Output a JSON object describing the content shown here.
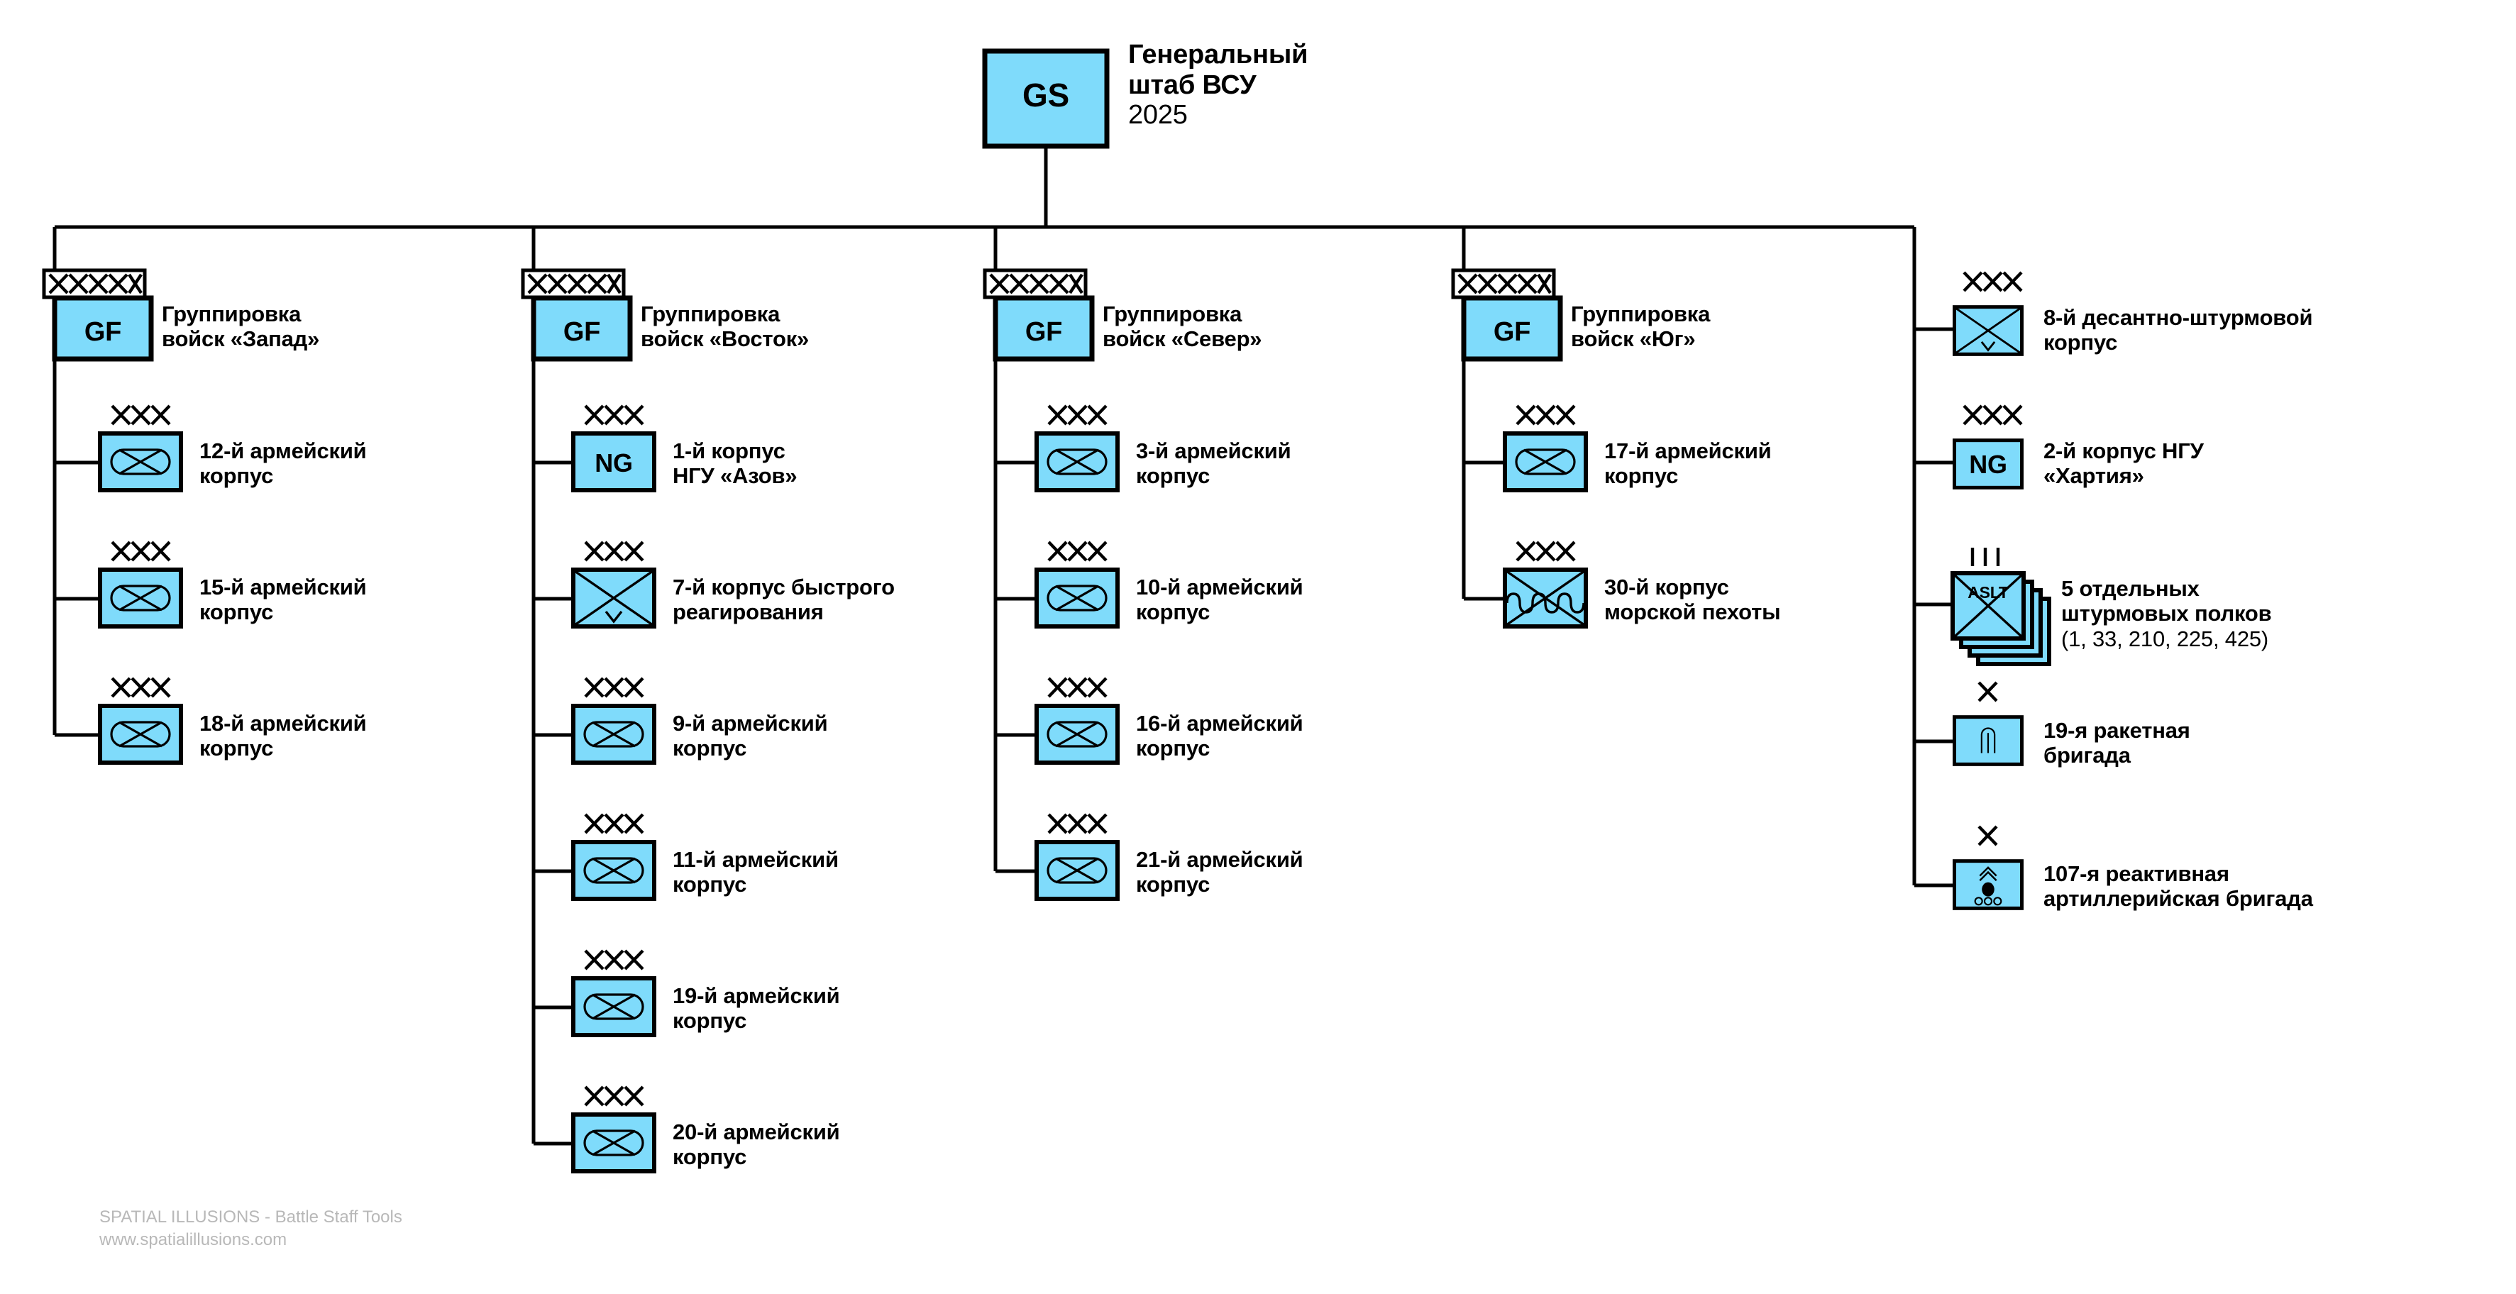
{
  "diagram": {
    "title_block": {
      "symbol_text": "GS",
      "label": "Генеральный\nштаб ВСУ",
      "year": "2025"
    },
    "colors": {
      "symbol_fill": "#7FDBFB",
      "symbol_stroke": "#000000",
      "line": "#000000",
      "footer_text": "#b8b8b8"
    },
    "echelons": {
      "army_group": "XXXXX",
      "corps": "XXX",
      "brigade": "X",
      "regiment": "III"
    },
    "groups": [
      {
        "id": "zapad",
        "symbol_text": "GF",
        "echelon": "XXXXX",
        "label": "Группировка\nвойск «Запад»",
        "children": [
          {
            "symbol_text": "",
            "symbol_kind": "armor-corps",
            "echelon": "XXX",
            "label": "12-й армейский\nкорпус"
          },
          {
            "symbol_text": "",
            "symbol_kind": "armor-corps",
            "echelon": "XXX",
            "label": "15-й армейский\nкорпус"
          },
          {
            "symbol_text": "",
            "symbol_kind": "armor-corps",
            "echelon": "XXX",
            "label": "18-й армейский\nкорпус"
          }
        ]
      },
      {
        "id": "vostok",
        "symbol_text": "GF",
        "echelon": "XXXXX",
        "label": "Группировка\nвойск «Восток»",
        "children": [
          {
            "symbol_text": "NG",
            "symbol_kind": "national-guard",
            "echelon": "XXX",
            "label": "1-й корпус\nНГУ «Азов»"
          },
          {
            "symbol_text": "",
            "symbol_kind": "air-assault",
            "echelon": "XXX",
            "label": "7-й корпус быстрого\nреагирования"
          },
          {
            "symbol_text": "",
            "symbol_kind": "armor-corps",
            "echelon": "XXX",
            "label": "9-й армейский\nкорпус"
          },
          {
            "symbol_text": "",
            "symbol_kind": "armor-corps",
            "echelon": "XXX",
            "label": "11-й армейский\nкорпус"
          },
          {
            "symbol_text": "",
            "symbol_kind": "armor-corps",
            "echelon": "XXX",
            "label": "19-й армейский\nкорпус"
          },
          {
            "symbol_text": "",
            "symbol_kind": "armor-corps",
            "echelon": "XXX",
            "label": "20-й армейский\nкорпус"
          }
        ]
      },
      {
        "id": "sever",
        "symbol_text": "GF",
        "echelon": "XXXXX",
        "label": "Группировка\nвойск «Север»",
        "children": [
          {
            "symbol_text": "",
            "symbol_kind": "armor-corps",
            "echelon": "XXX",
            "label": "3-й армейский\nкорпус"
          },
          {
            "symbol_text": "",
            "symbol_kind": "armor-corps",
            "echelon": "XXX",
            "label": "10-й армейский\nкорпус"
          },
          {
            "symbol_text": "",
            "symbol_kind": "armor-corps",
            "echelon": "XXX",
            "label": "16-й армейский\nкорпус"
          },
          {
            "symbol_text": "",
            "symbol_kind": "armor-corps",
            "echelon": "XXX",
            "label": "21-й армейский\nкорпус"
          }
        ]
      },
      {
        "id": "yug",
        "symbol_text": "GF",
        "echelon": "XXXXX",
        "label": "Группировка\nвойск «Юг»",
        "children": [
          {
            "symbol_text": "",
            "symbol_kind": "armor-corps",
            "echelon": "XXX",
            "label": "17-й армейский\nкорпус"
          },
          {
            "symbol_text": "",
            "symbol_kind": "marine",
            "echelon": "XXX",
            "label": "30-й корпус\nморской пехоты"
          }
        ]
      }
    ],
    "direct_units": [
      {
        "symbol_text": "",
        "symbol_kind": "air-assault",
        "echelon": "XXX",
        "label": "8-й десантно-штурмовой\nкорпус"
      },
      {
        "symbol_text": "NG",
        "symbol_kind": "national-guard",
        "echelon": "XXX",
        "label": "2-й корпус НГУ\n«Хартия»"
      },
      {
        "symbol_text": "ASLT",
        "symbol_kind": "assault-regiments-stack",
        "echelon": "III",
        "label": "5 отдельных\nштурмовых полков",
        "sub_label": "(1, 33, 210, 225, 425)"
      },
      {
        "symbol_text": "",
        "symbol_kind": "missile",
        "echelon": "X",
        "label": "19-я ракетная\nбригада"
      },
      {
        "symbol_text": "",
        "symbol_kind": "rocket-artillery",
        "echelon": "X",
        "label": "107-я реактивная\nартиллерийская бригада"
      }
    ],
    "footer": "SPATIAL ILLUSIONS - Battle Staff Tools\nwww.spatialillusions.com"
  }
}
